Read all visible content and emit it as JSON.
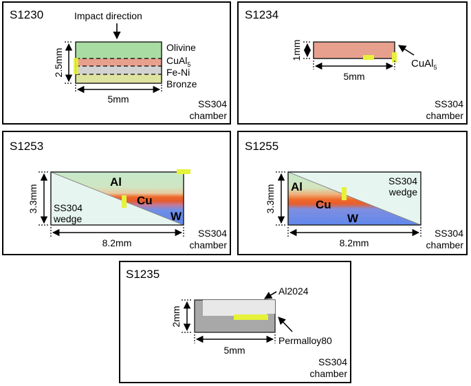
{
  "panels": {
    "s1230": {
      "title": "S1230",
      "impact": "Impact direction",
      "layers": [
        "Olivine",
        "CuAl",
        "Fe-Ni",
        "Bronze"
      ],
      "cual_sub": "5",
      "dim_h": "2.5mm",
      "dim_w": "5mm",
      "chamber": [
        "SS304",
        "chamber"
      ]
    },
    "s1234": {
      "title": "S1234",
      "dim_h": "1mm",
      "dim_w": "5mm",
      "label": "CuAl",
      "label_sub": "5",
      "chamber": [
        "SS304",
        "chamber"
      ]
    },
    "s1253": {
      "title": "S1253",
      "dim_h": "3.3mm",
      "dim_w": "8.2mm",
      "al": "Al",
      "cu": "Cu",
      "w": "W",
      "wedge": [
        "SS304",
        "wedge"
      ],
      "chamber": [
        "SS304",
        "chamber"
      ]
    },
    "s1255": {
      "title": "S1255",
      "dim_h": "3.3mm",
      "dim_w": "8.2mm",
      "al": "Al",
      "cu": "Cu",
      "w": "W",
      "wedge": [
        "SS304",
        "wedge"
      ],
      "chamber": [
        "SS304",
        "chamber"
      ]
    },
    "s1235": {
      "title": "S1235",
      "dim_h": "2mm",
      "dim_w": "5mm",
      "al": "Al2024",
      "perm": "Permalloy80",
      "chamber": [
        "SS304",
        "chamber"
      ]
    }
  },
  "colors": {
    "olivine": "#a9dca2",
    "cual5": "#e8a08e",
    "feni": "#d2d2d2",
    "bronze": "#dfe3a0",
    "highlight": "#e6f23a",
    "al_green": "#c9e8cc",
    "cu_orange": "#ef6a2a",
    "w_blue": "#6e8fe8",
    "wedge": "#e6f5ef",
    "al2024": "#e8e8e8",
    "permalloy": "#a8a8a8"
  }
}
